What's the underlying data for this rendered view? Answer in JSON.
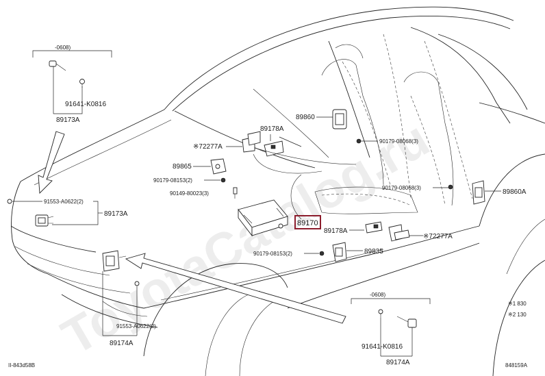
{
  "watermark": "ToyotaCatalog.ru",
  "footer": {
    "left_code": "II-843d58B",
    "right_code": "848159A"
  },
  "legend": {
    "line1": "※1 830",
    "line2": "※2 130"
  },
  "date_marks": {
    "top_left": "-0608)",
    "bottom_right": "-0608)"
  },
  "parts": {
    "p91641_top": "91641-K0816",
    "p89173A_top": "89173A",
    "p91553_left": "91553-A0622(2)",
    "p89173A_left": "89173A",
    "p72277A_left": "※72277A",
    "p89178A_top": "89178A",
    "p89860_seat": "89860",
    "p90179_08068_a": "90179-08068(3)",
    "p89865": "89865",
    "p90179_08153_a": "90179-08153(2)",
    "p90149": "90149-80023(3)",
    "p90179_08068_b": "90179-08068(3)",
    "p89860A": "89860A",
    "p89170": "89170",
    "p89178A_bottom": "89178A",
    "p72277A_right": "※72277A",
    "p89835": "89835",
    "p90179_08153_b": "90179-08153(2)",
    "p91553_bottom": "91553-A0622(2)",
    "p89174A_bottom": "89174A",
    "p91641_bottom": "91641-K0816",
    "p89174A_right": "89174A"
  }
}
